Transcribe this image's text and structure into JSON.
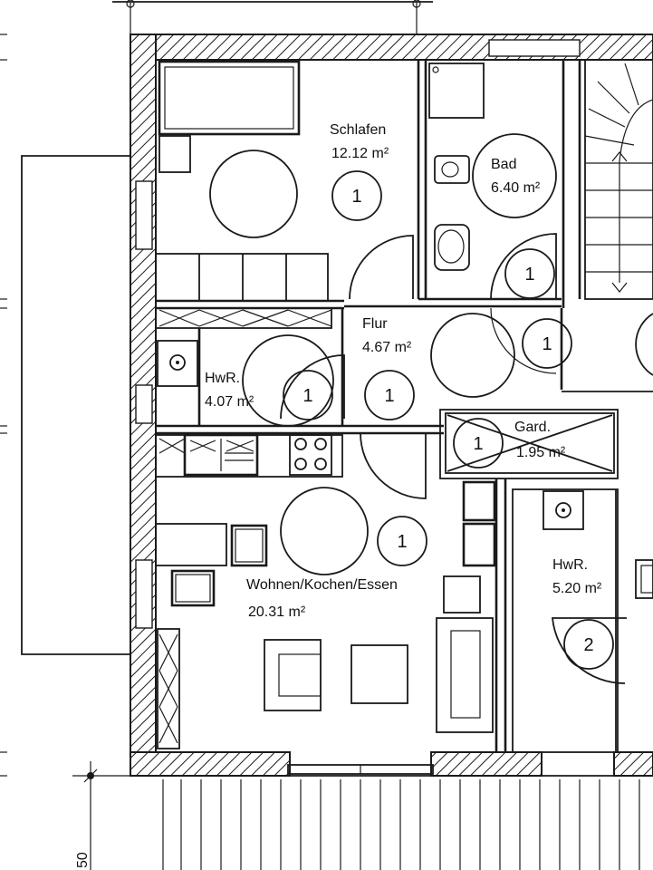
{
  "rooms": {
    "schlafen": {
      "name": "Schlafen",
      "area": "12.12 m²"
    },
    "bad": {
      "name": "Bad",
      "area": "6.40 m²"
    },
    "flur": {
      "name": "Flur",
      "area": "4.67 m²"
    },
    "hwr_left": {
      "name": "HwR.",
      "area": "4.07 m²"
    },
    "garderobe": {
      "name": "Gard.",
      "area": "1.95 m²"
    },
    "wohnen": {
      "name": "Wohnen/Kochen/Essen",
      "area": "20.31 m²"
    },
    "hwr_right": {
      "name": "HwR.",
      "area": "5.20 m²"
    }
  },
  "markers": [
    {
      "id": "schlafen",
      "label": "1"
    },
    {
      "id": "bad",
      "label": "1"
    },
    {
      "id": "stair-hall",
      "label": "1"
    },
    {
      "id": "hwr-left",
      "label": "1"
    },
    {
      "id": "flur",
      "label": "1"
    },
    {
      "id": "garderobe",
      "label": "1"
    },
    {
      "id": "wohnen",
      "label": "1"
    },
    {
      "id": "hwr-right",
      "label": "2"
    }
  ],
  "dimension_label": "50"
}
